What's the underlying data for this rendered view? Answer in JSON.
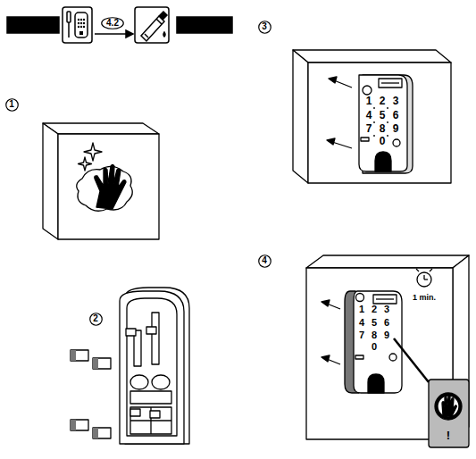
{
  "diagram": {
    "nodes": [
      {
        "text": [
          "4.2"
        ]
      },
      {
        "text": [
          "1"
        ]
      },
      {
        "text": [
          "2"
        ]
      },
      {
        "text": [
          "3"
        ]
      },
      {
        "text": [
          "4"
        ]
      }
    ],
    "labels": [
      "1",
      "2",
      "3",
      "4",
      "5",
      "6",
      "7",
      "8",
      "9",
      "0",
      "1",
      "2",
      "3",
      "4",
      "5",
      "6",
      "7",
      "8",
      "9",
      "0",
      "1 min.",
      "!"
    ]
  }
}
